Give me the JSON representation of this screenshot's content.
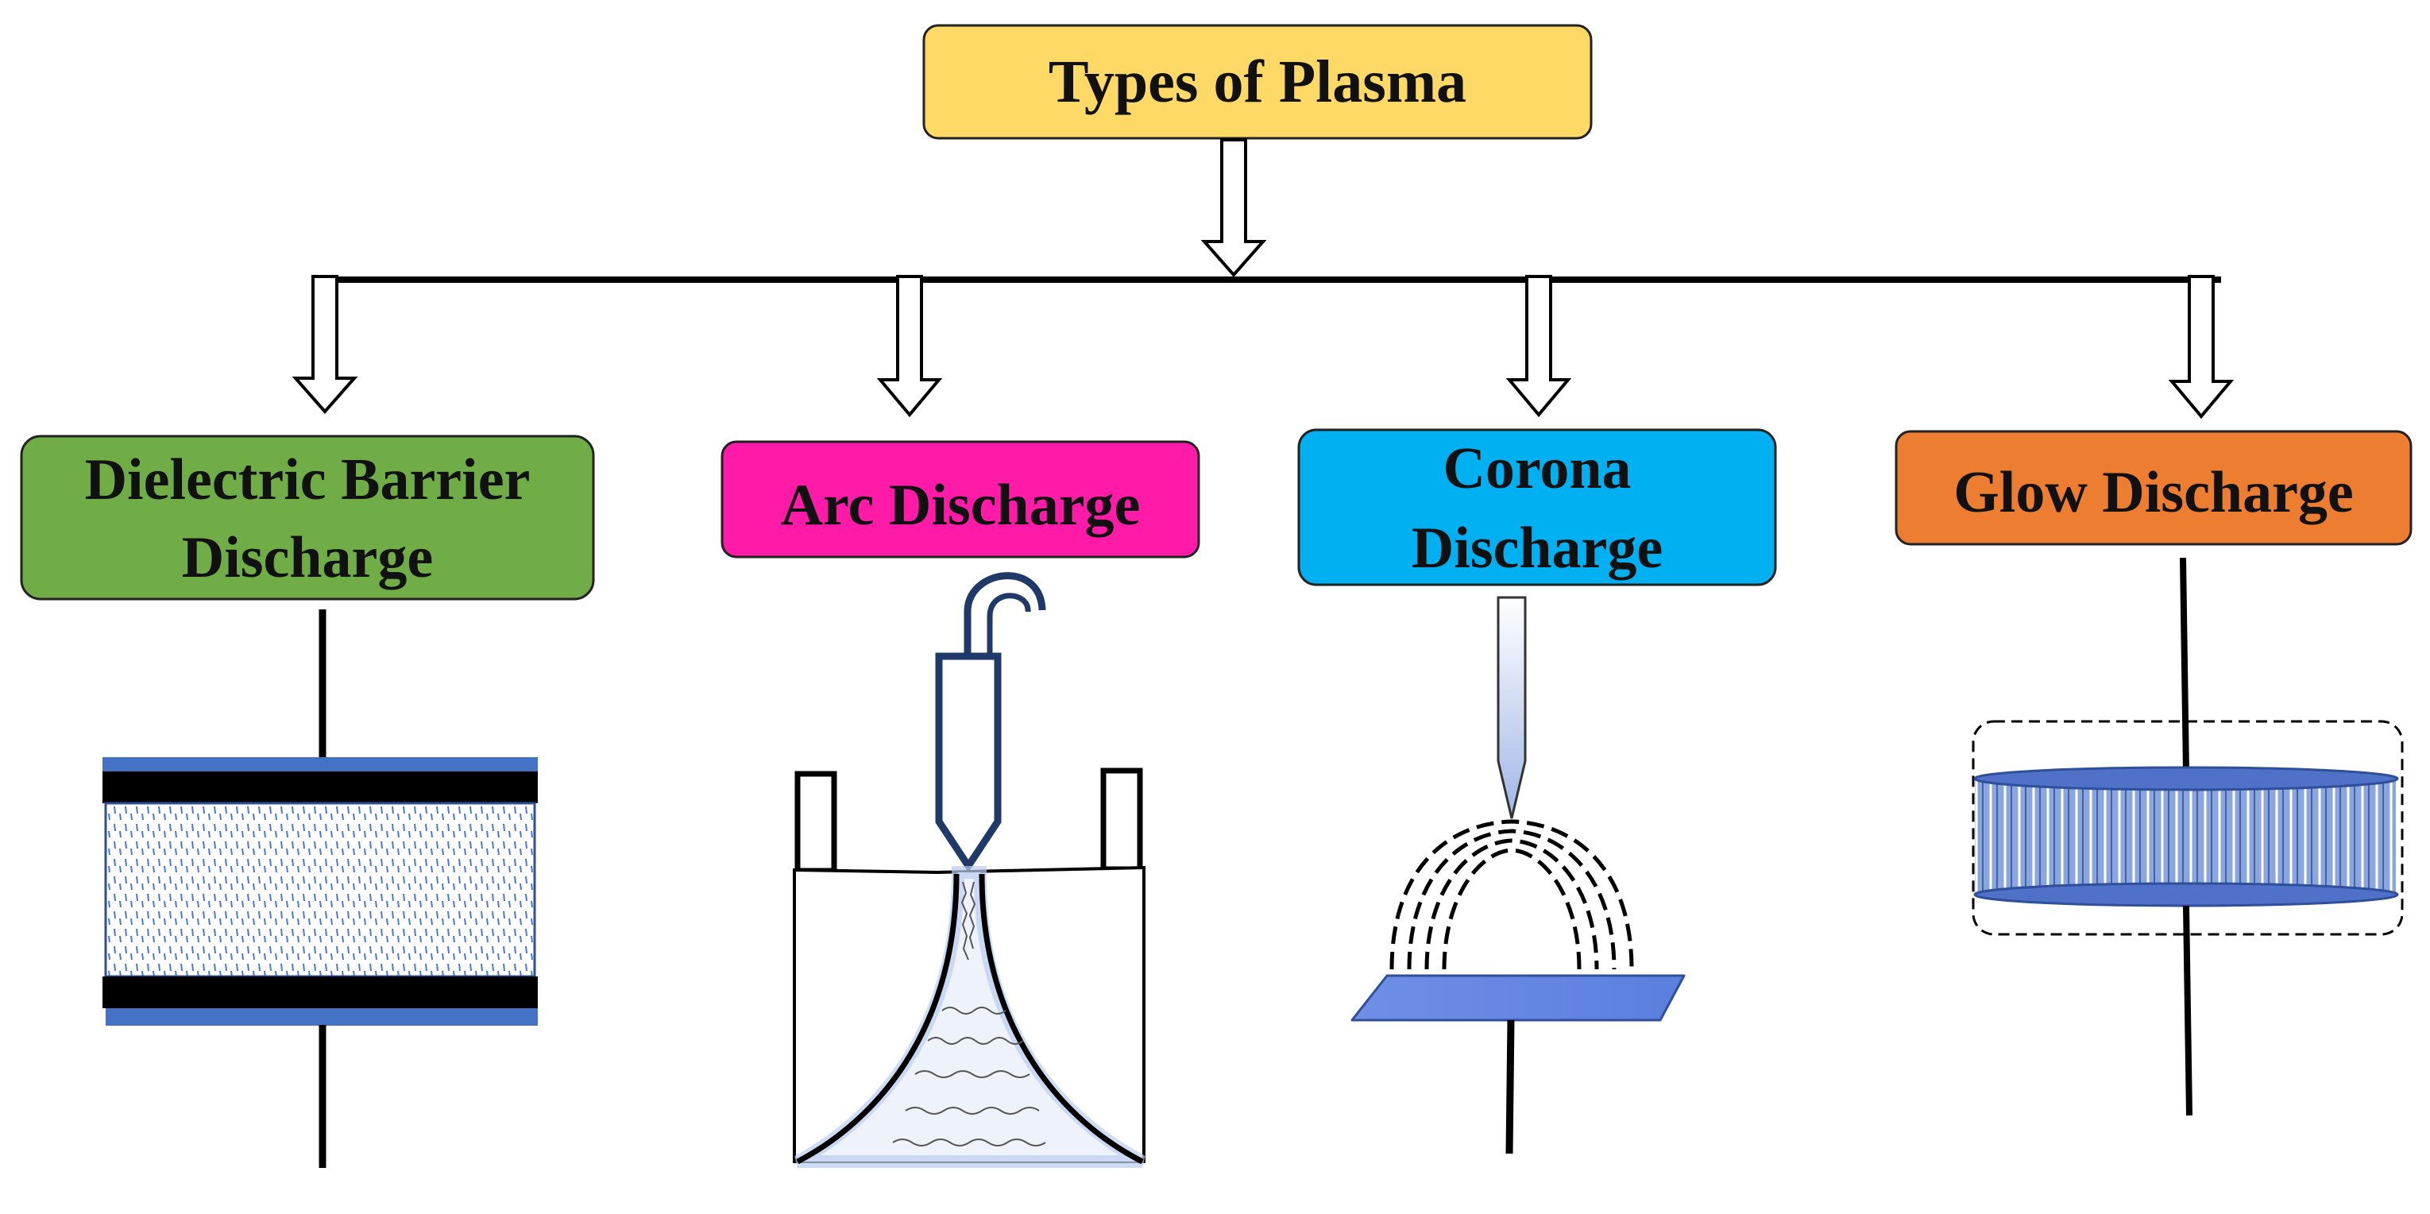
{
  "title": "Types of Plasma",
  "colors": {
    "title_box": "#FFD966",
    "dbd_box": "#70AD47",
    "arc_box": "#FF1AA8",
    "corona_box": "#00B0F0",
    "glow_box": "#ED7D31",
    "electrode_blue": "#4472C4",
    "plasma_blue": "#8FAADC",
    "line": "#000000"
  },
  "types": [
    {
      "id": "dbd",
      "lines": [
        "Dielectric Barrier",
        "Discharge"
      ]
    },
    {
      "id": "arc",
      "lines": [
        "Arc Discharge"
      ]
    },
    {
      "id": "corona",
      "lines": [
        "Corona",
        "Discharge"
      ]
    },
    {
      "id": "glow",
      "lines": [
        "Glow Discharge"
      ]
    }
  ]
}
